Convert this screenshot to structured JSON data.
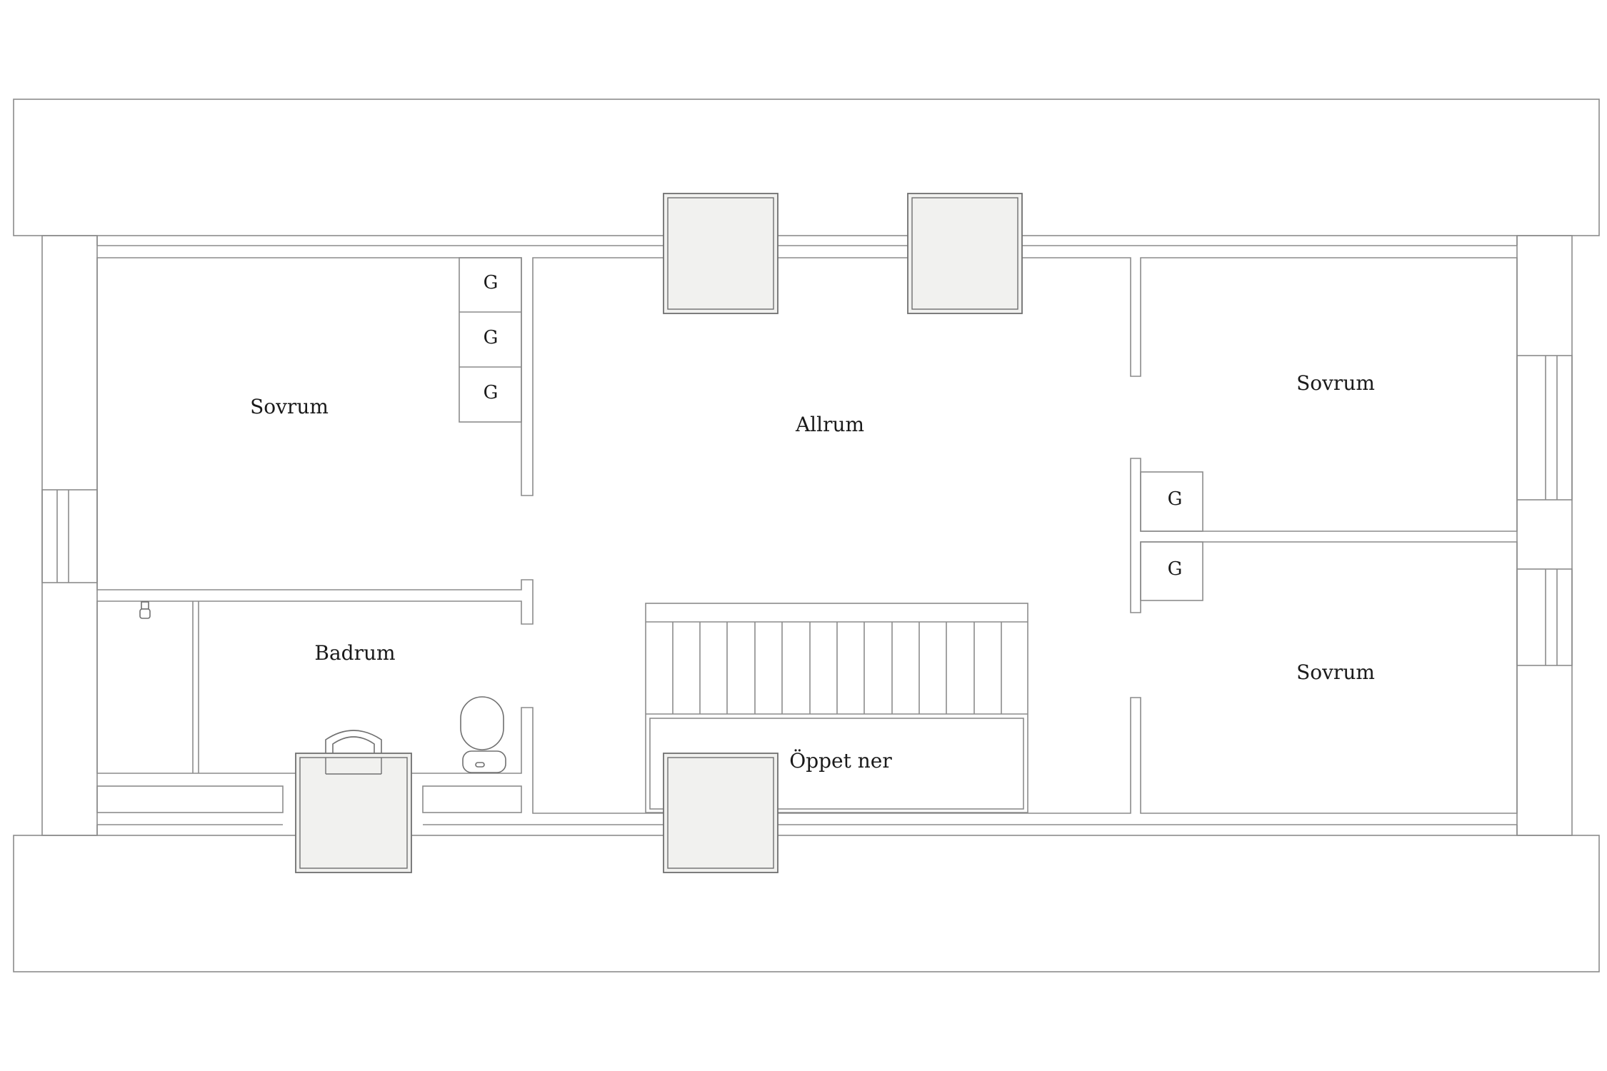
{
  "rooms": {
    "sovrum_west": "Sovrum",
    "allrum": "Allrum",
    "sovrum_east_upper": "Sovrum",
    "sovrum_east_lower": "Sovrum",
    "badrum": "Badrum",
    "oppet_ner": "Öppet ner"
  },
  "wardrobes": {
    "g1": "G",
    "g2": "G",
    "g3": "G",
    "g4": "G",
    "g5": "G"
  },
  "colors": {
    "line": "#8c8c8c",
    "skylight_fill": "#f1f1ef",
    "background": "#ffffff"
  }
}
